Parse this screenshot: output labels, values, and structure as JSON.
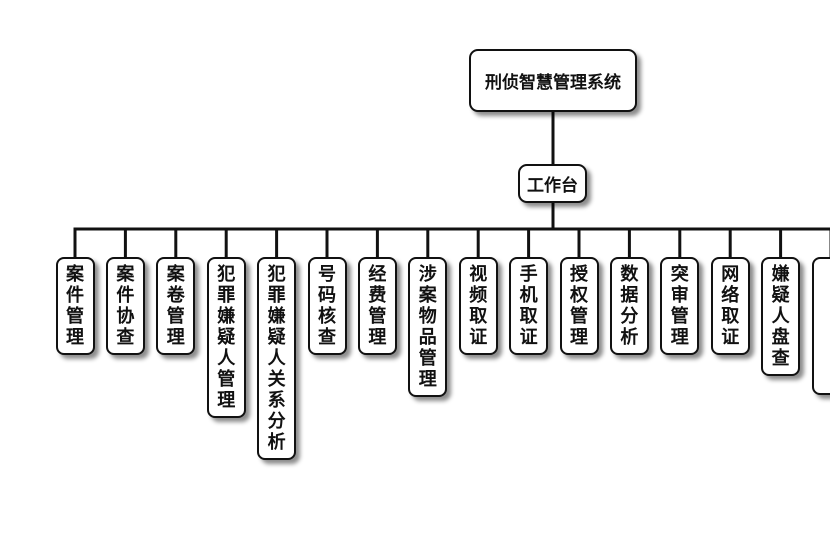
{
  "diagram": {
    "root": {
      "label": "刑侦智慧管理系统"
    },
    "hub": {
      "label": "工作台"
    },
    "children": [
      {
        "label": "案件管理"
      },
      {
        "label": "案件协查"
      },
      {
        "label": "案卷管理"
      },
      {
        "label": "犯罪嫌疑人管理"
      },
      {
        "label": "犯罪嫌疑人关系分析"
      },
      {
        "label": "号码核查"
      },
      {
        "label": "经费管理"
      },
      {
        "label": "涉案物品管理"
      },
      {
        "label": "视频取证"
      },
      {
        "label": "手机取证"
      },
      {
        "label": "授权管理"
      },
      {
        "label": "数据分析"
      },
      {
        "label": "突审管理"
      },
      {
        "label": "网络取证"
      },
      {
        "label": "嫌疑人盘查"
      },
      {
        "label": ""
      }
    ],
    "colors": {
      "line": "#111111",
      "box_border": "#111111",
      "box_fill": "#ffffff"
    }
  }
}
